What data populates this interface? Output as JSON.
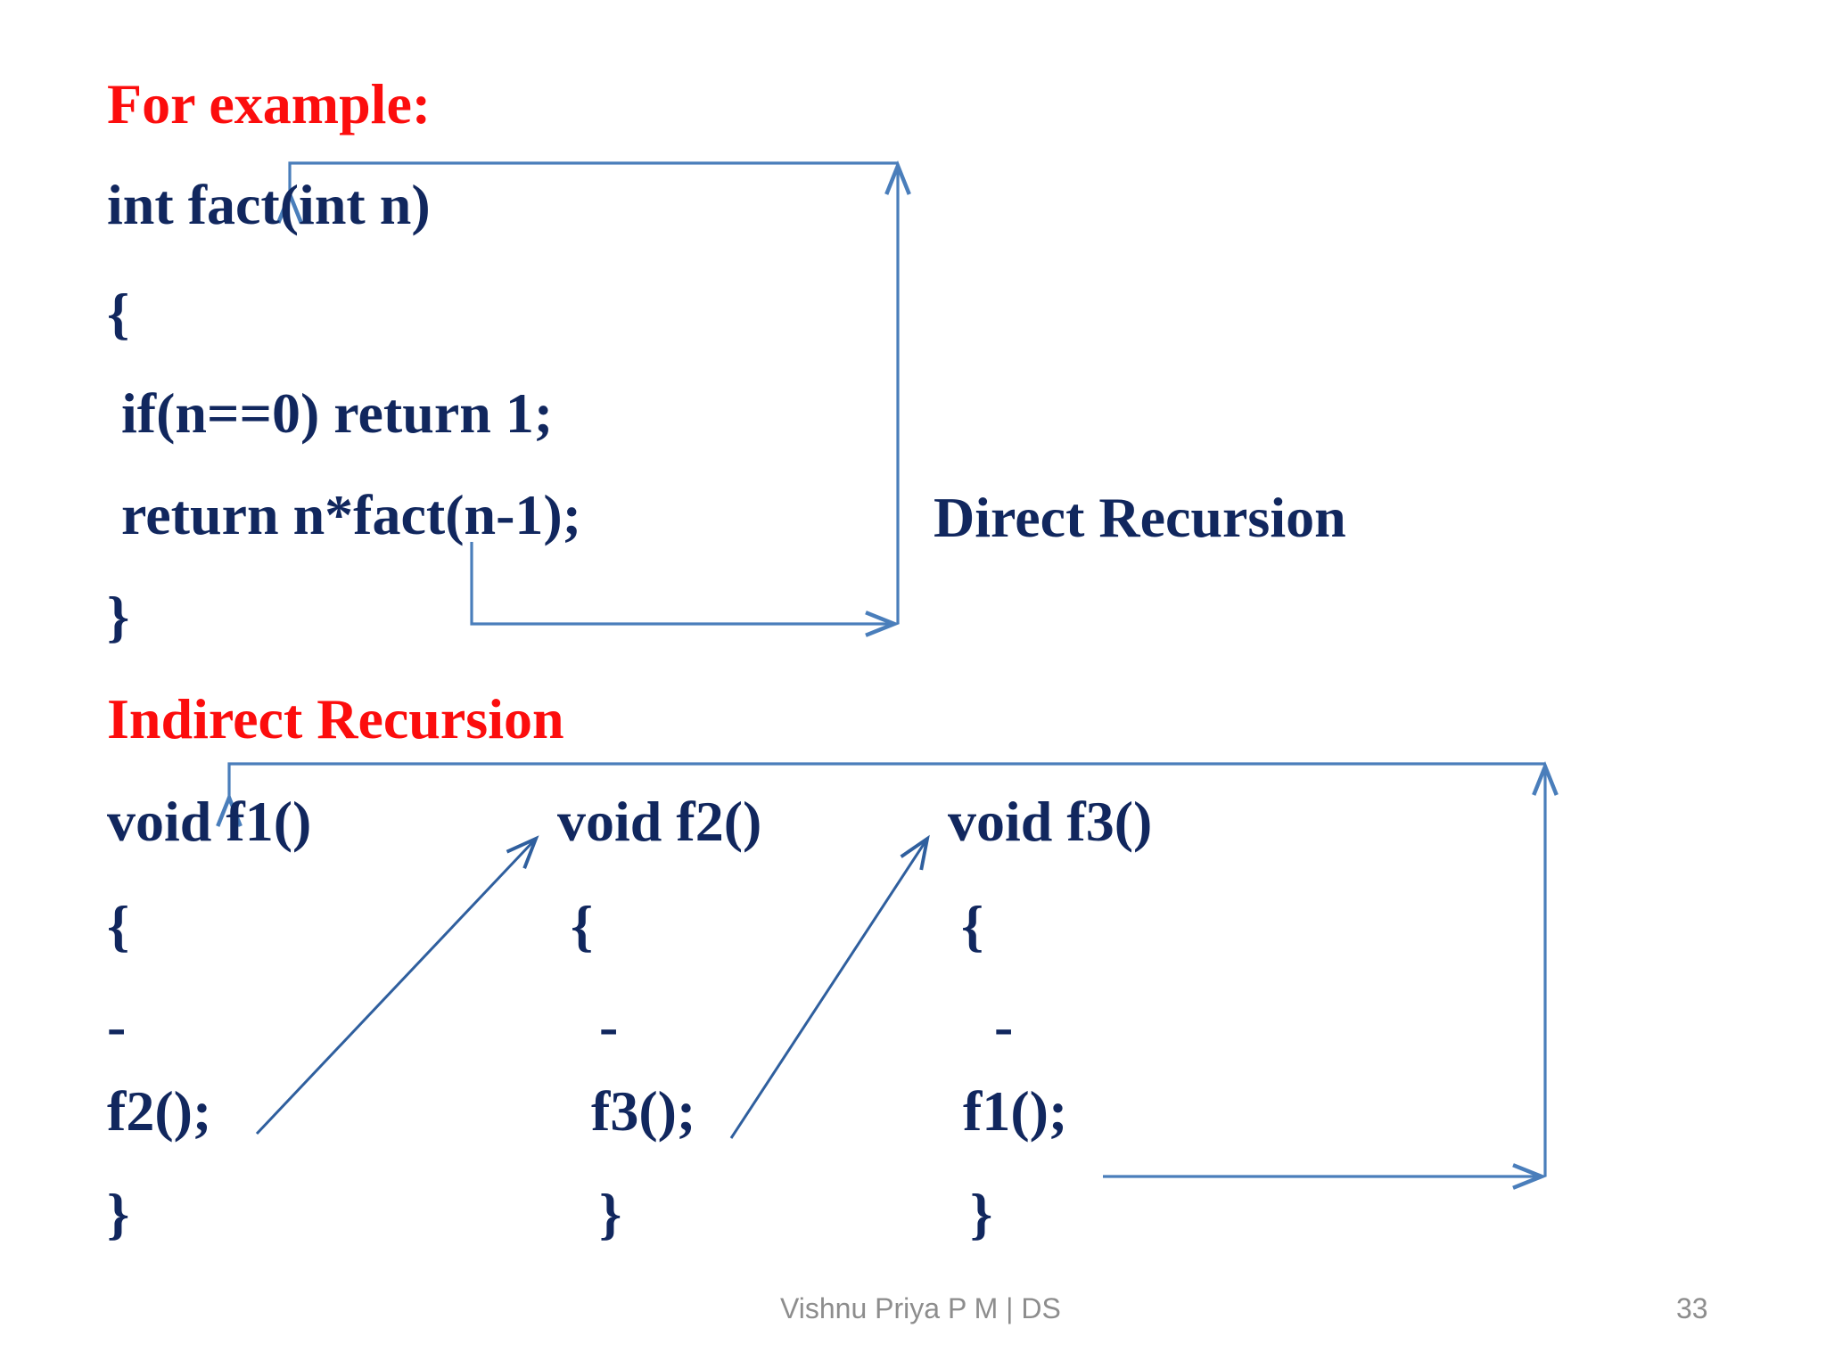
{
  "slide": {
    "page_number": "33",
    "footer": "Vishnu Priya P M | DS",
    "colors": {
      "code_navy": "#11275e",
      "heading_red": "#fc0d0d",
      "arrow_blue": "#4a7ebb",
      "footer_gray": "#8d8d8d",
      "background": "#ffffff"
    }
  },
  "direct_recursion": {
    "heading": "For example:",
    "label": "Direct Recursion",
    "code_lines": [
      "int fact(int n)",
      "{",
      " if(n==0) return 1;",
      " return n*fact(n-1);",
      "}"
    ]
  },
  "indirect_recursion": {
    "heading": "Indirect Recursion",
    "columns": [
      {
        "name": "f1",
        "lines": [
          "void f1()",
          "{",
          "-",
          "f2();",
          "}"
        ]
      },
      {
        "name": "f2",
        "lines": [
          "void f2()",
          "{",
          "-",
          "f3();",
          "}"
        ]
      },
      {
        "name": "f3",
        "lines": [
          "void f3()",
          "{",
          "-",
          "f1();",
          "}"
        ]
      }
    ]
  }
}
